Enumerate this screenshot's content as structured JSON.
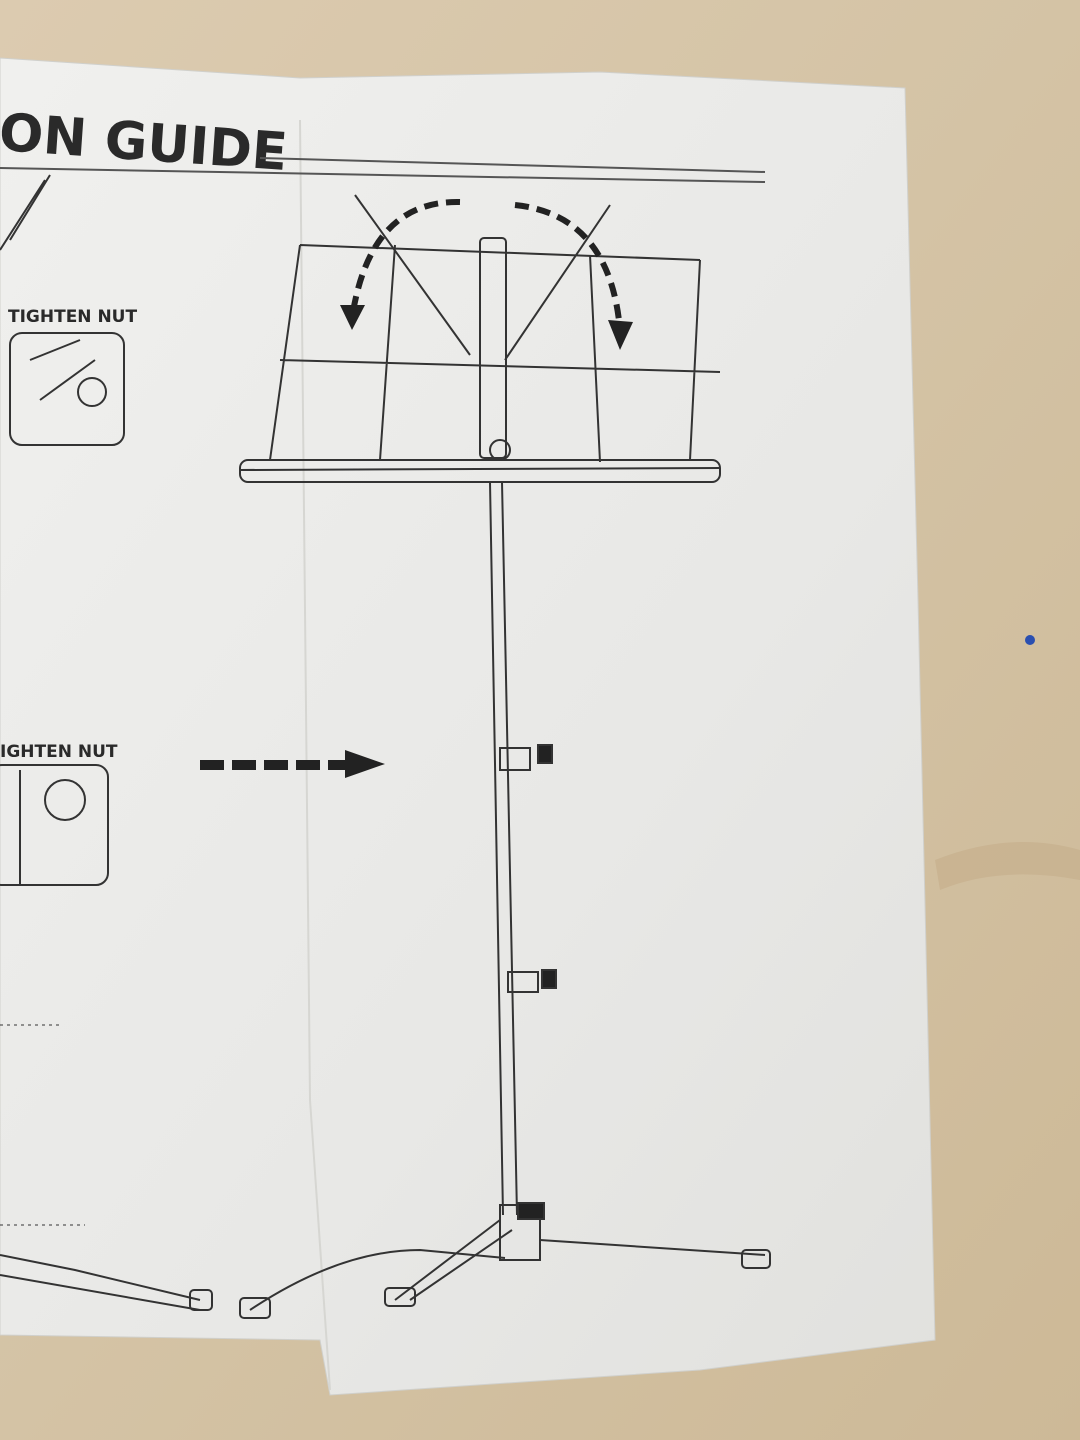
{
  "document": {
    "title_fragment": "ON GUIDE",
    "step_labels": [
      "TIGHTEN NUT",
      "IGHTEN NUT"
    ]
  },
  "colors": {
    "fabric": "#d8c8ab",
    "paper": "#ecece9",
    "ink": "#2a2a2a"
  }
}
